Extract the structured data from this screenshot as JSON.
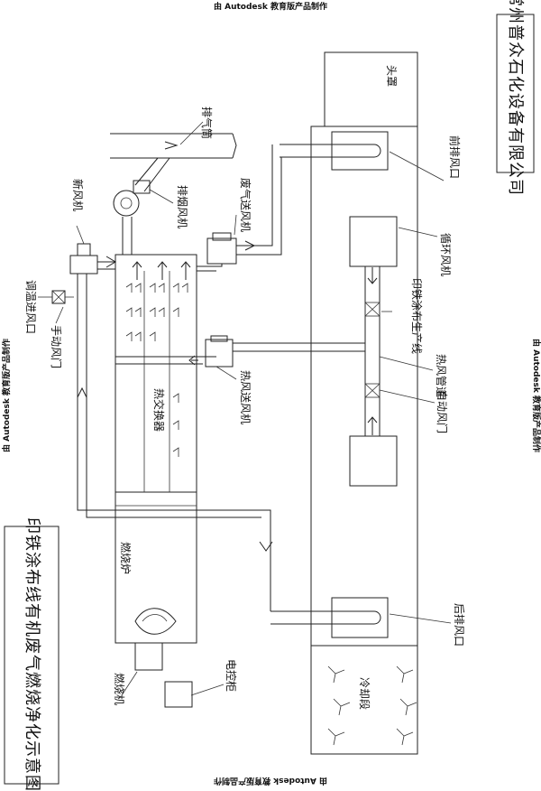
{
  "watermarks": {
    "top": "由 Autodesk 教育版产品制作",
    "bottom": "由 Autodesk 教育版产品制作",
    "left": "由 Autodesk 教育版产品制作",
    "right": "由 Autodesk 教育版产品制作"
  },
  "company": "常州普众石化设备有限公司",
  "diagram_title": "印铁涂布线有机废气燃烧净化示意图",
  "labels": {
    "head_cover": "头罩",
    "front_exhaust": "前排风口",
    "rear_exhaust": "后排风口",
    "exhaust_duct": "排气筒",
    "exhaust_fan": "排烟风机",
    "waste_gas_fan": "废气送风机",
    "fresh_air_fan": "新风机",
    "cold_air_inlet": "调温进风口",
    "manual_damper": "手动风门",
    "circulation_fan": "循环风机",
    "coating_line": "印铁涂布生产线",
    "hot_air_fan": "热风送风机",
    "hot_air_duct": "热风管道",
    "auto_damper": "自动风门",
    "heat_exchanger": "热交换器",
    "combustion_furnace": "燃烧炉",
    "burner": "燃烧机",
    "control_cabinet": "电控柜",
    "cooling_zone": "冷却段"
  }
}
